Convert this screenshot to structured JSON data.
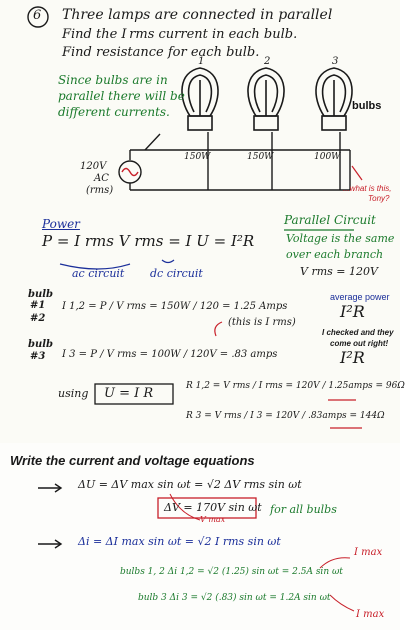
{
  "problem": {
    "number": "6",
    "title": "Three lamps are connected in parallel",
    "line2": "Find the I rms current in each bulb.",
    "line3": "Find resistance for each bulb."
  },
  "note_since": [
    "Since bulbs are in",
    "parallel there will be",
    "different currents."
  ],
  "circuit": {
    "bulb_numbers": [
      "1",
      "2",
      "3"
    ],
    "bulbs_label": "bulbs",
    "wattages": [
      "150W",
      "150W",
      "100W"
    ],
    "source_label": [
      "120V",
      "AC",
      "(rms)"
    ],
    "question": [
      "...what is this,",
      "Tony?"
    ]
  },
  "power": {
    "label": "Power",
    "formula": "P = I rms V rms  =  I U = I²R",
    "ac_circuit": "ac circuit",
    "dc_circuit": "dc circuit"
  },
  "parallel": {
    "title": "Parallel Circuit",
    "line1": "Voltage is the same",
    "line2": "over each branch",
    "vrms": "V rms = 120V"
  },
  "side": {
    "avg_power": "average power",
    "i2r_1": "I²R",
    "checked": [
      "I checked and they",
      "come out right!"
    ],
    "i2r_2": "I²R"
  },
  "calc": {
    "bulb12_label": "bulb",
    "bulb12_nums": [
      "#1",
      "#2"
    ],
    "i12": "I 1,2 =  P / V rms  =  150W / 120  =  1.25 Amps",
    "this_is": "(this is I rms)",
    "bulb3_label": "bulb",
    "bulb3_num": "#3",
    "i3": "I 3 =  P / V rms  =  100W / 120V  =  .83 amps",
    "using": "using",
    "ohm": "U = I R",
    "r12": "R 1,2 = V rms / I rms = 120V / 1.25amps = 96Ω",
    "r3": "R 3 = V rms / I 3 = 120V / .83amps = 144Ω"
  },
  "bottom": {
    "heading": "Write the current and voltage equations",
    "eq1": "ΔU = ΔV max sin ωt = √2 ΔV rms sin ωt",
    "eq1_box": "ΔV = 170V sin ωt",
    "for_all": "for all bulbs",
    "vmax": "V max",
    "eq2": "Δi = ΔI max sin ωt = √2 I rms sin ωt",
    "imax_top": "I max",
    "bulbs12": "bulbs 1, 2   Δi 1,2 = √2 (1.25) sin ωt = 2.5A sin ωt",
    "bulb3": "bulb 3   Δi 3 = √2 (.83) sin ωt = 1.2A sin ωt",
    "imax_bottom": "I max"
  }
}
